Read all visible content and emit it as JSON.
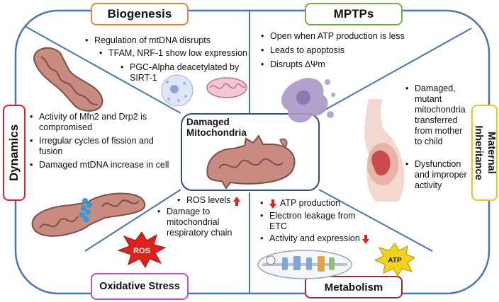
{
  "center": {
    "title": "Damaged Mitochondria"
  },
  "biogenesis": {
    "label": "Biogenesis",
    "color": "#e8853b",
    "items": [
      "Regulation of mtDNA disrupts",
      "TFAM, NRF-1 show low expression",
      "PGC-Alpha deacetylated by SIRT-1"
    ]
  },
  "mptps": {
    "label": "MPTPs",
    "color": "#6db33f",
    "items": [
      "Open when ATP production is less",
      "Leads to apoptosis",
      "Disrupts ∆Ψm"
    ]
  },
  "dynamics": {
    "label": "Dynamics",
    "color": "#e02020",
    "items": [
      "Activity of Mfn2 and Drp2 is compromised",
      "Irregular cycles of fission and fusion",
      "Damaged mtDNA increase in cell"
    ]
  },
  "maternal": {
    "label": "Maternal Inheritance",
    "color": "#f0c419",
    "items": [
      "Damaged, mutant mitochondria transferred from mother to child",
      "Dysfunction and improper activity"
    ]
  },
  "oxidative": {
    "label": "Oxidative Stress",
    "color": "#c34fd1",
    "items": [
      "ROS levels",
      "Damage to mitochondrial respiratory chain"
    ],
    "badge": "ROS"
  },
  "metabolism": {
    "label": "Metabolism",
    "color": "#9b2a3a",
    "items": [
      "ATP production",
      "Electron leakage from ETC",
      "Activity and expression"
    ],
    "badge": "ATP"
  },
  "colors": {
    "frame": "#4a74b8",
    "mito_fill": "#c98a7f",
    "mito_dark": "#7a4f4a",
    "ros_red": "#e0201b"
  }
}
